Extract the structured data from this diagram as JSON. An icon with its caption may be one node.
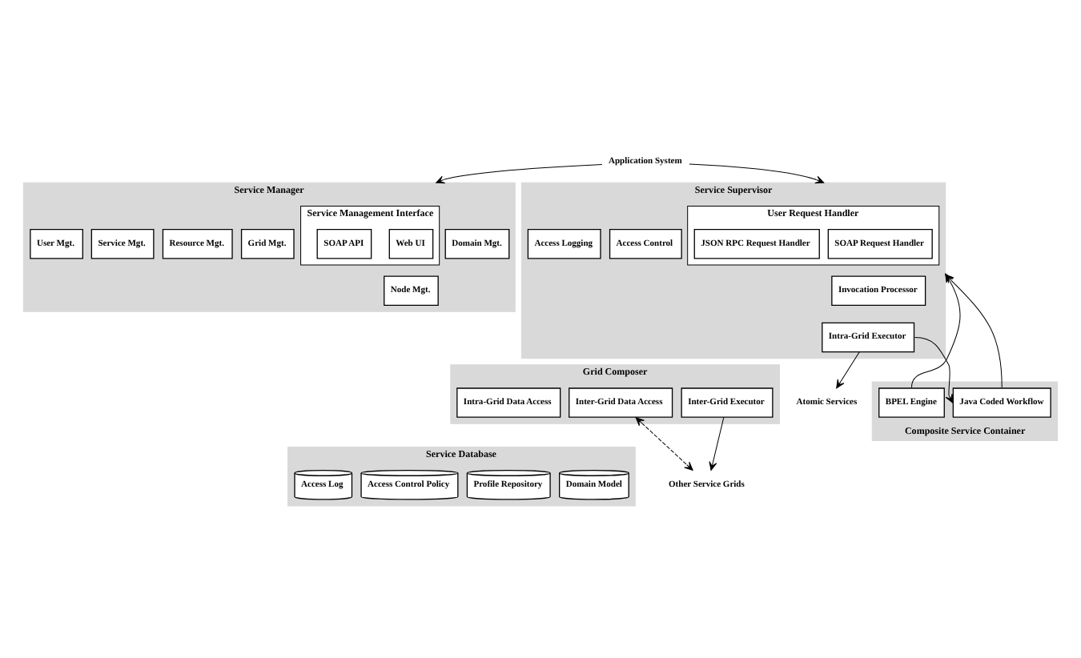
{
  "diagram": {
    "nodes": [
      {
        "text": [
          "Application System"
        ]
      },
      {
        "text": [
          "Service Manager"
        ]
      },
      {
        "text": [
          "Service Management Interface"
        ],
        "in": 1
      },
      {
        "text": [
          "Web UI"
        ],
        "in": 2
      },
      {
        "text": [
          "SOAP API"
        ],
        "in": 2
      },
      {
        "text": [
          "Domain Mgt."
        ],
        "in": 1
      },
      {
        "text": [
          "Grid Mgt."
        ],
        "in": 1
      },
      {
        "text": [
          "Node Mgt."
        ],
        "in": 1
      },
      {
        "text": [
          "Resource Mgt."
        ],
        "in": 1
      },
      {
        "text": [
          "Service Mgt."
        ],
        "in": 1
      },
      {
        "text": [
          "User Mgt."
        ],
        "in": 1
      },
      {
        "text": [
          "Service Supervisor"
        ]
      },
      {
        "text": [
          "User Request Handler"
        ],
        "in": 11
      },
      {
        "text": [
          "SOAP Request Handler"
        ],
        "in": 12
      },
      {
        "text": [
          "JSON RPC Request Handler"
        ],
        "in": 12
      },
      {
        "text": [
          "Invocation Processor"
        ],
        "in": 11
      },
      {
        "text": [
          "Access Control"
        ],
        "in": 11
      },
      {
        "text": [
          "Intra-Grid Executor"
        ],
        "in": 11
      },
      {
        "text": [
          "Access Logging"
        ],
        "in": 11
      },
      {
        "text": [
          "Composite Service Container"
        ]
      },
      {
        "text": [
          "Java Coded Workflow"
        ],
        "in": 19
      },
      {
        "text": [
          "BPEL Engine"
        ],
        "in": 19
      },
      {
        "text": [
          "Atomic Services"
        ]
      },
      {
        "text": [
          "Grid Composer"
        ]
      },
      {
        "text": [
          "Intra-Grid Data Access"
        ],
        "in": 23
      },
      {
        "text": [
          "Inter-Grid Data Access"
        ],
        "in": 23
      },
      {
        "text": [
          "Inter-Grid Executor"
        ],
        "in": 23
      },
      {
        "text": [
          "Other Service Grids"
        ]
      },
      {
        "text": [
          "Service Database"
        ]
      },
      {
        "text": [
          "Domain Model"
        ],
        "in": 28
      },
      {
        "text": [
          "Profile Repository"
        ],
        "in": 28
      },
      {
        "text": [
          "Access Control Policy"
        ],
        "in": 28
      },
      {
        "text": [
          "Access Log"
        ],
        "in": 28
      }
    ],
    "edges": [
      {
        "from": 0,
        "to": 1,
        "arrow": "to"
      },
      {
        "from": 0,
        "to": 11,
        "arrow": "to"
      },
      {
        "from": 21,
        "to": 11,
        "arrow": "to"
      },
      {
        "from": 20,
        "to": 11,
        "arrow": "to"
      },
      {
        "from": 17,
        "to": 20,
        "arrow": "to"
      },
      {
        "from": 17,
        "to": 22,
        "arrow": "to"
      },
      {
        "from": 26,
        "to": 27,
        "arrow": "to"
      },
      {
        "from": 25,
        "to": 27,
        "arrow": "both",
        "style": "dashed"
      }
    ]
  }
}
